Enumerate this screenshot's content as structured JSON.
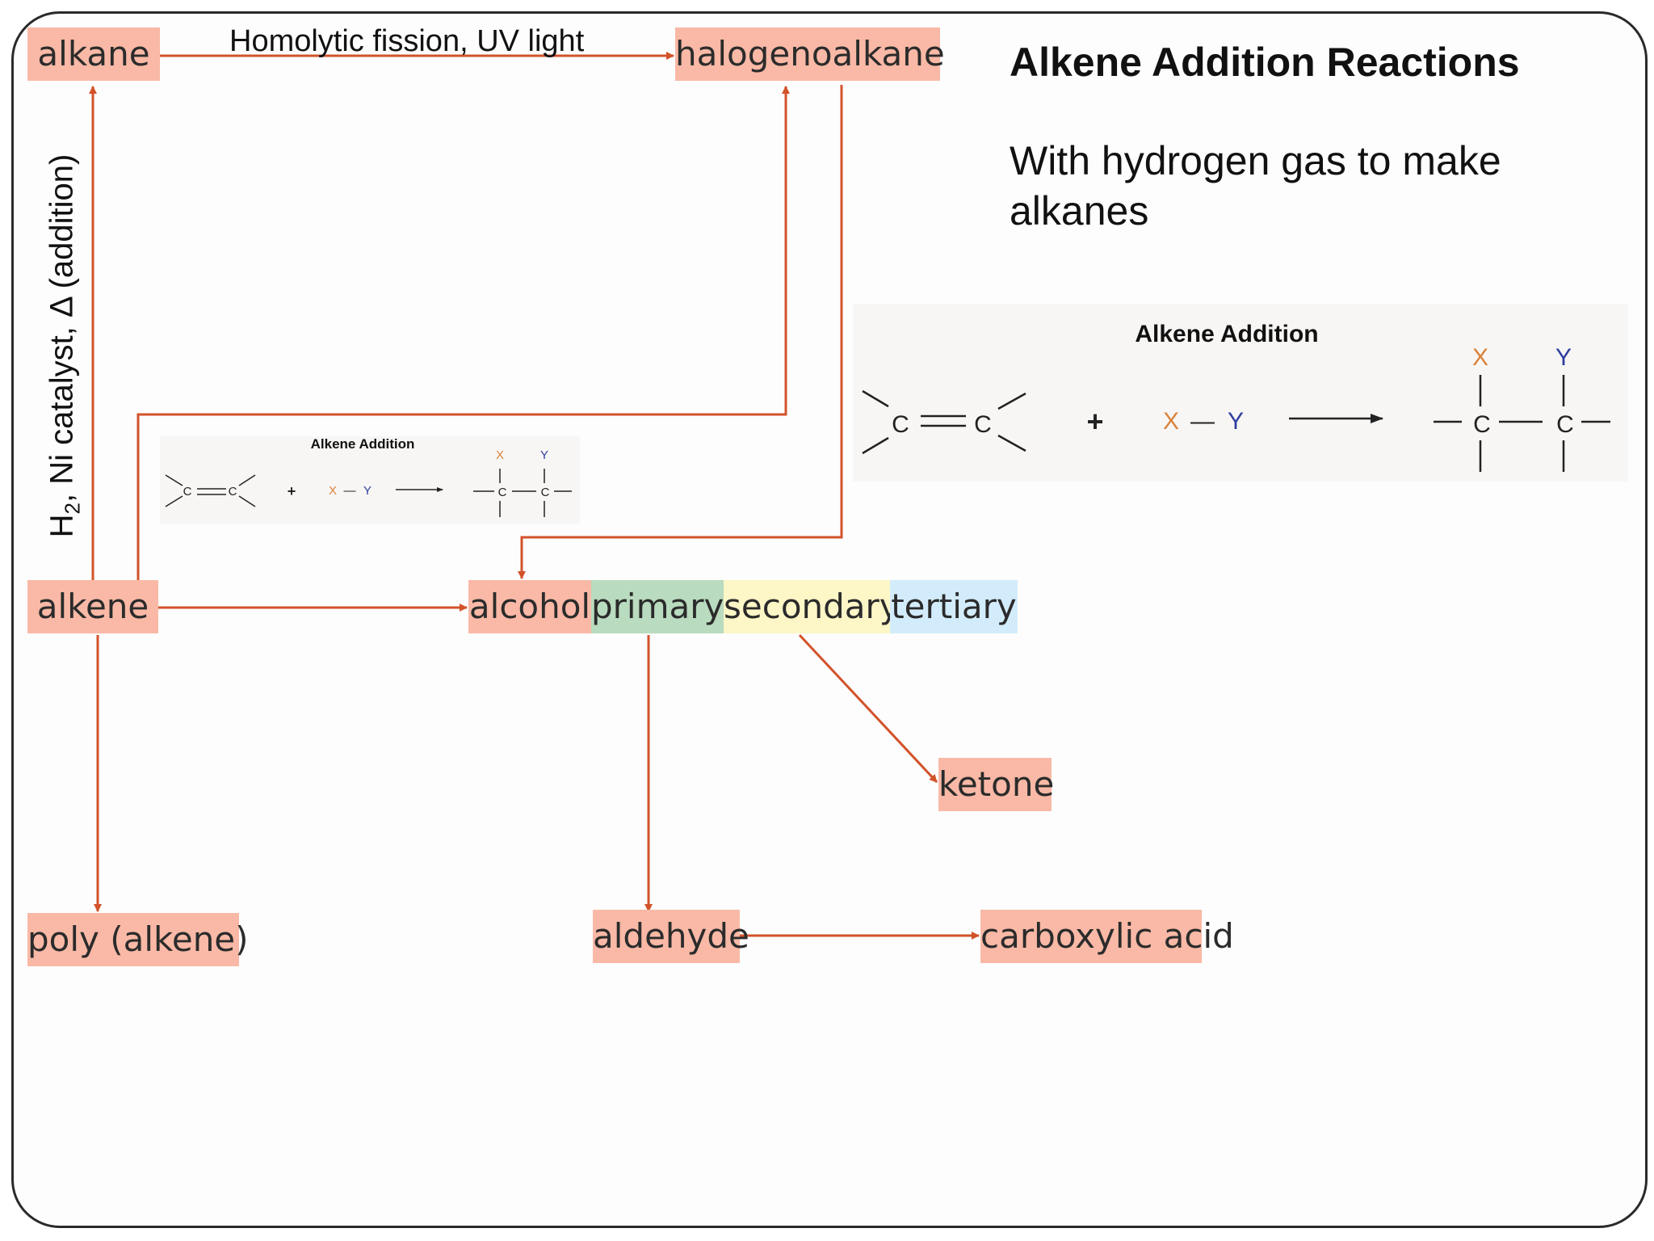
{
  "title": "Alkene Addition Reactions",
  "body_lines": [
    "With hydrogen gas to make",
    "alkanes"
  ],
  "edge_labels": {
    "alkane_to_halogenoalkane": "Homolytic fission, UV light",
    "alkene_to_alkane_main": "H",
    "alkene_to_alkane_sub": "2",
    "alkene_to_alkane_rest": ", Ni catalyst, Δ (addition)"
  },
  "nodes": {
    "alkane": "alkane",
    "halogenoalkane": "halogenoalkane",
    "alkene": "alkene",
    "alcohol": "alcohol",
    "ketone": "ketone",
    "poly_alkene": "poly (alkene)",
    "aldehyde": "aldehyde",
    "carboxylic_acid": "carboxylic acid"
  },
  "alcohol_classes": {
    "primary": "primary",
    "secondary": "secondary",
    "tertiary": "tertiary"
  },
  "alkene_addition_panel": {
    "heading": "Alkene Addition",
    "carbon": "C",
    "plus": "+",
    "x": "X",
    "dash": "—",
    "y": "Y"
  },
  "colors": {
    "node_fill": "#f9b9a6",
    "arrow": "#d2522a",
    "primary": "#b9dbbf",
    "secondary": "#fdf6c6",
    "tertiary": "#d3ecfb",
    "x_color": "#d9823b",
    "y_color": "#2f3e9e"
  }
}
